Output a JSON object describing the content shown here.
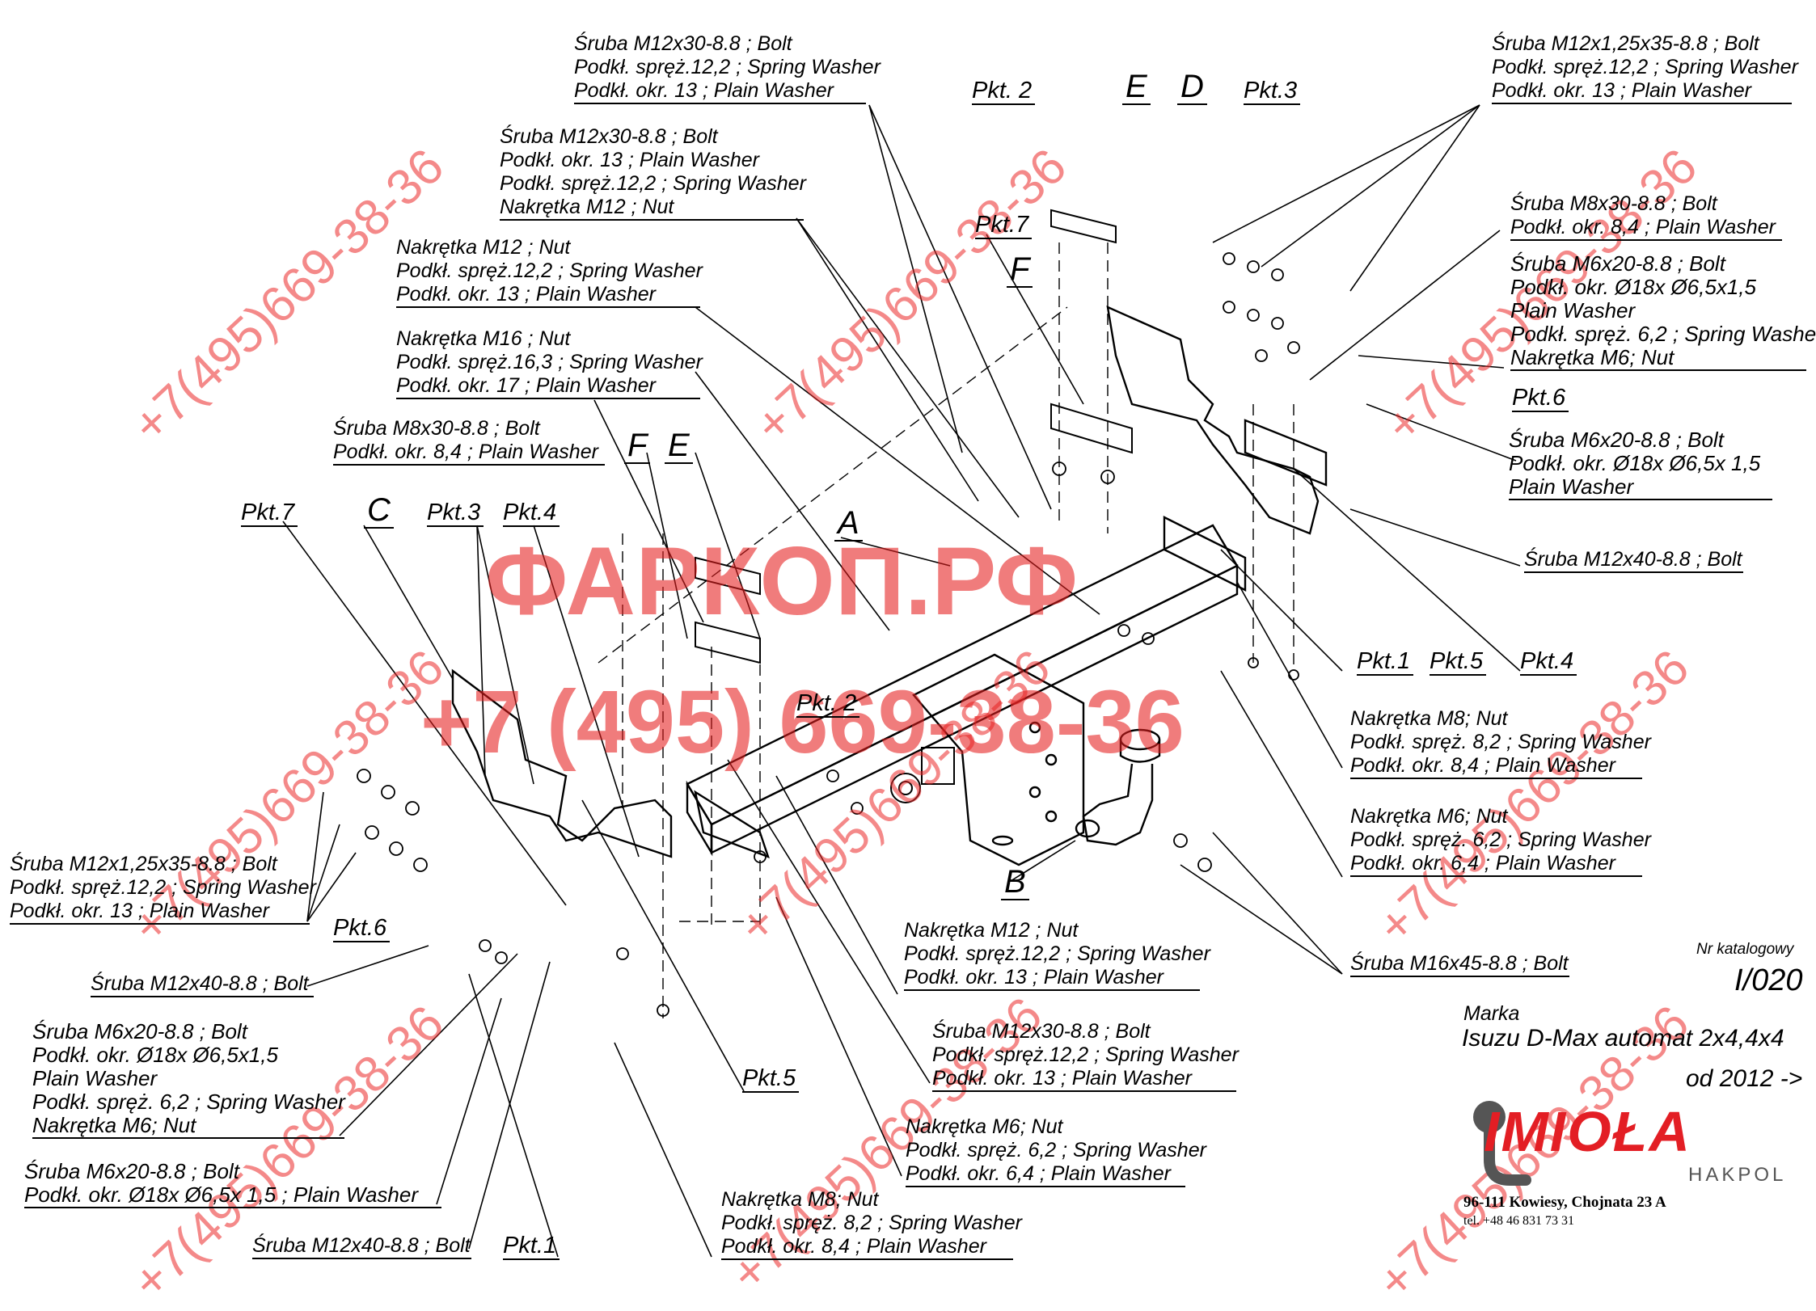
{
  "callouts": {
    "top_center_1": [
      "Śruba M12x30-8.8 ;  Bolt",
      "Podkł. spręż.12,2 ; Spring Washer",
      "Podkł. okr. 13 ; Plain Washer"
    ],
    "top_center_2": [
      "Śruba M12x30-8.8 ;  Bolt",
      "Podkł. okr. 13 ; Plain Washer",
      "Podkł. spręż.12,2 ; Spring Washer",
      "Nakrętka  M12 ; Nut"
    ],
    "mid_left_1": [
      "Nakrętka  M12 ; Nut",
      "Podkł. spręż.12,2 ; Spring Washer",
      "Podkł. okr. 13 ; Plain Washer"
    ],
    "mid_left_2": [
      "Nakrętka  M16 ; Nut",
      "Podkł. spręż.16,3 ; Spring Washer",
      "Podkł. okr. 17 ; Plain Washer"
    ],
    "mid_left_3": [
      "Śruba M8x30-8.8 ;  Bolt",
      "Podkł. okr. 8,4 ; Plain Washer"
    ],
    "top_right_1": [
      "Śruba M12x1,25x35-8.8 ;  Bolt",
      "Podkł. spręż.12,2 ; Spring Washer",
      "Podkł. okr. 13 ; Plain Washer"
    ],
    "right_1": [
      "Śruba M8x30-8.8 ;  Bolt",
      "Podkł. okr. 8,4 ; Plain Washer"
    ],
    "right_2": [
      "Śruba M6x20-8.8 ;  Bolt",
      "Podkł. okr.  Ø18x Ø6,5x1,5",
      "Plain Washer",
      "Podkł. spręż. 6,2 ; Spring Washer",
      "Nakrętka  M6; Nut"
    ],
    "right_3": [
      "Śruba M6x20-8.8 ;  Bolt",
      "Podkł. okr.  Ø18x Ø6,5x 1,5",
      "Plain Washer"
    ],
    "right_4": [
      "Śruba M12x40-8.8 ;  Bolt"
    ],
    "right_5": [
      "Nakrętka  M8; Nut",
      "Podkł. spręż. 8,2 ; Spring Washer",
      "Podkł. okr.  8,4 ; Plain Washer"
    ],
    "right_6": [
      "Nakrętka  M6; Nut",
      "Podkł. spręż. 6,2 ; Spring Washer",
      "Podkł. okr.  6,4 ; Plain Washer"
    ],
    "right_7": [
      "Śruba M16x45-8.8 ;  Bolt"
    ],
    "left_1": [
      "Śruba M12x1,25x35-8.8 ; Bolt",
      "Podkł. spręż.12,2 ; Spring Washer",
      "Podkł. okr. 13 ; Plain Washer"
    ],
    "left_2": [
      "Śruba M12x40-8.8 ;  Bolt"
    ],
    "left_3": [
      "Śruba M6x20-8.8 ;  Bolt",
      "Podkł. okr.  Ø18x Ø6,5x1,5",
      "Plain Washer",
      "Podkł. spręż. 6,2 ; Spring Washer",
      "Nakrętka  M6; Nut"
    ],
    "left_4": [
      "Śruba M6x20-8.8 ;  Bolt",
      "Podkł. okr.  Ø18x Ø6,5x 1,5 ; Plain Washer"
    ],
    "left_5": [
      "Śruba M12x40-8.8 ;  Bolt"
    ],
    "bottom_1": [
      "Nakrętka  M12 ; Nut",
      "Podkł. spręż.12,2 ; Spring Washer",
      "Podkł. okr. 13 ; Plain Washer"
    ],
    "bottom_2": [
      "Śruba M12x30-8.8 ;  Bolt",
      "Podkł. spręż.12,2 ; Spring Washer",
      "Podkł. okr. 13 ; Plain Washer"
    ],
    "bottom_3": [
      "Nakrętka  M6; Nut",
      "Podkł. spręż. 6,2 ; Spring Washer",
      "Podkł. okr.  6,4 ; Plain Washer"
    ],
    "bottom_4": [
      "Nakrętka  M8; Nut",
      "Podkł. spręż. 8,2 ; Spring Washer",
      "Podkł. okr.  8,4 ; Plain Washer"
    ]
  },
  "points": {
    "pkt2_top": "Pkt. 2",
    "pkt3_top": "Pkt.3",
    "pkt7_top": "Pkt.7",
    "pkt7_left": "Pkt.7",
    "pkt3_left": "Pkt.3",
    "pkt4_left": "Pkt.4",
    "pkt2_mid": "Pkt. 2",
    "pkt6_right": "Pkt.6",
    "pkt1_right": "Pkt.1",
    "pkt5_right": "Pkt.5",
    "pkt4_right": "Pkt.4",
    "pkt6_left": "Pkt.6",
    "pkt5_bottom": "Pkt.5",
    "pkt1_bottom": "Pkt.1"
  },
  "letters": {
    "e_top": "E",
    "d_top": "D",
    "f_top": "F",
    "a": "A",
    "c": "C",
    "f_left": "F",
    "e_left": "E",
    "b": "B"
  },
  "catalog": {
    "nr_label": "Nr katalogowy",
    "nr_value": "I/020",
    "marka_label": "Marka",
    "model": "Isuzu D-Max automat 2x4,4x4",
    "year": "od  2012 ->"
  },
  "brand": {
    "name": "IMIOŁA",
    "sub": "HAKPOL",
    "address": "96-111 Kowiesy, Chojnata 23 A",
    "phone": "tel. +48 46 831 73 31",
    "color": "#e31e24"
  },
  "watermark": {
    "phone_diag": "+7(495)669-38-36",
    "big_site": "ФАРКОП.РФ",
    "big_phone": "+7 (495) 669-38-36",
    "color": "#e52222"
  }
}
